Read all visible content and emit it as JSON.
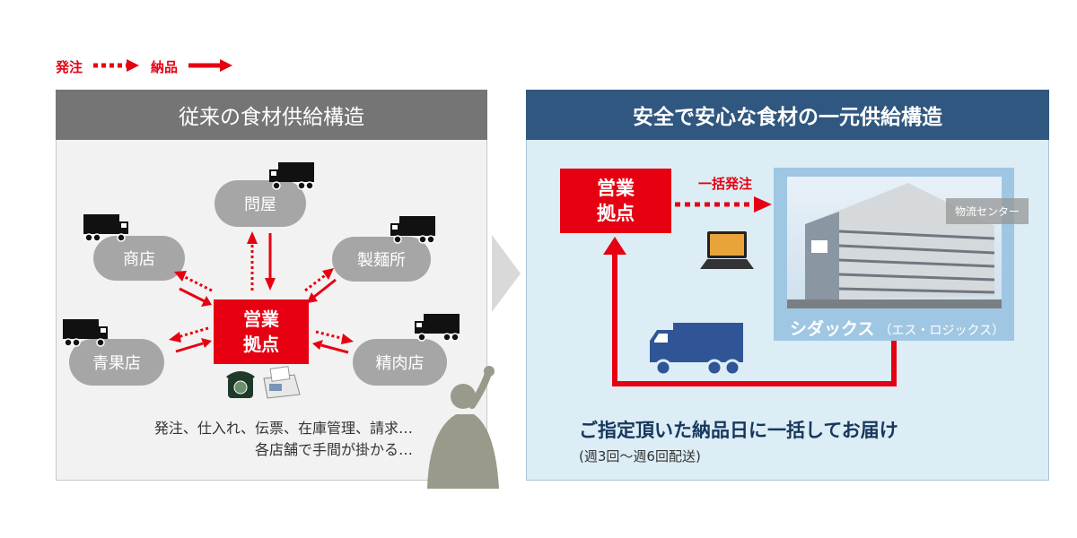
{
  "legend": {
    "order_label": "発注",
    "delivery_label": "納品"
  },
  "left": {
    "title": "従来の食材供給構造",
    "hub": [
      "営業",
      "拠点"
    ],
    "nodes": {
      "wholesaler": "問屋",
      "shop": "商店",
      "noodle": "製麺所",
      "produce": "青果店",
      "butcher": "精肉店"
    },
    "note_line1": "発注、仕入れ、伝票、在庫管理、請求…",
    "note_line2": "各店舗で手間が掛かる…"
  },
  "right": {
    "title": "安全で安心な食材の一元供給構造",
    "hub": [
      "営業",
      "拠点"
    ],
    "bulk_order_label": "一括発注",
    "center_label": "物流センター",
    "center_name": "シダックス",
    "center_sub": "（エス・ロジックス）",
    "message": "ご指定頂いた納品日に一括してお届け",
    "sub_message": "(週3回～週6回配送)"
  },
  "colors": {
    "accent_red": "#e60012",
    "header_left": "#757575",
    "header_right": "#30577f",
    "bubble": "#a6a6a6",
    "panel_right": "#dcedf5",
    "truck_blue": "#2f5597"
  },
  "icons": [
    "truck-icon",
    "phone-icon",
    "fax-icon",
    "laptop-icon",
    "person-silhouette-icon",
    "chevron-right-icon",
    "building-photo"
  ]
}
